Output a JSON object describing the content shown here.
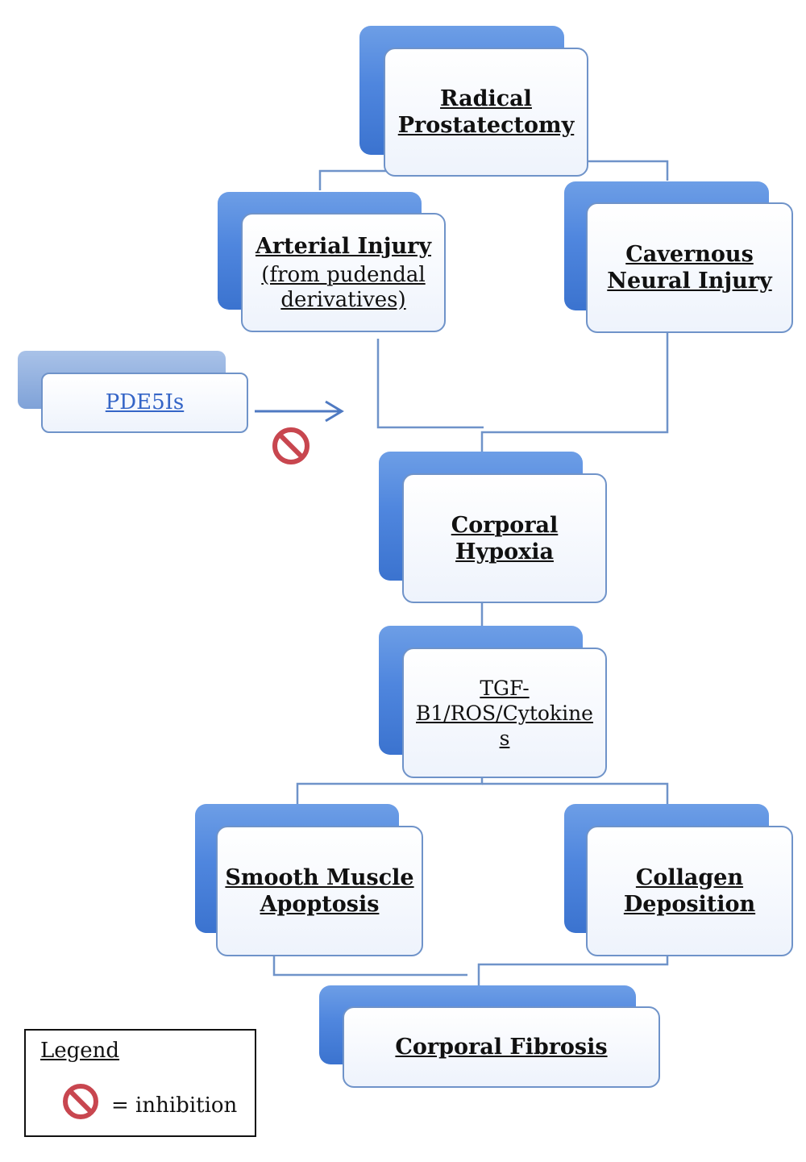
{
  "nodes": {
    "radical_prostatectomy": [
      "Radical",
      "Prostatectomy"
    ],
    "arterial_injury": {
      "title": "Arterial Injury",
      "detail": [
        "(from pudendal",
        "derivatives)"
      ]
    },
    "cavernous_neural_injury": [
      "Cavernous",
      "Neural Injury"
    ],
    "pde5is": "PDE5Is",
    "corporal_hypoxia": [
      "Corporal",
      "Hypoxia"
    ],
    "tgf": [
      "TGF-",
      "B1/ROS/Cytokine",
      "s"
    ],
    "smooth_muscle_apoptosis": [
      "Smooth Muscle",
      "Apoptosis"
    ],
    "collagen_deposition": [
      "Collagen",
      "Deposition"
    ],
    "corporal_fibrosis": "Corporal Fibrosis"
  },
  "legend": {
    "title": "Legend",
    "inhibition_label": "= inhibition"
  },
  "colors": {
    "node_shadow": "#4f86de",
    "node_border": "#6f93c9",
    "connector": "#6f93c9",
    "inhibition_red": "#c8464f"
  }
}
